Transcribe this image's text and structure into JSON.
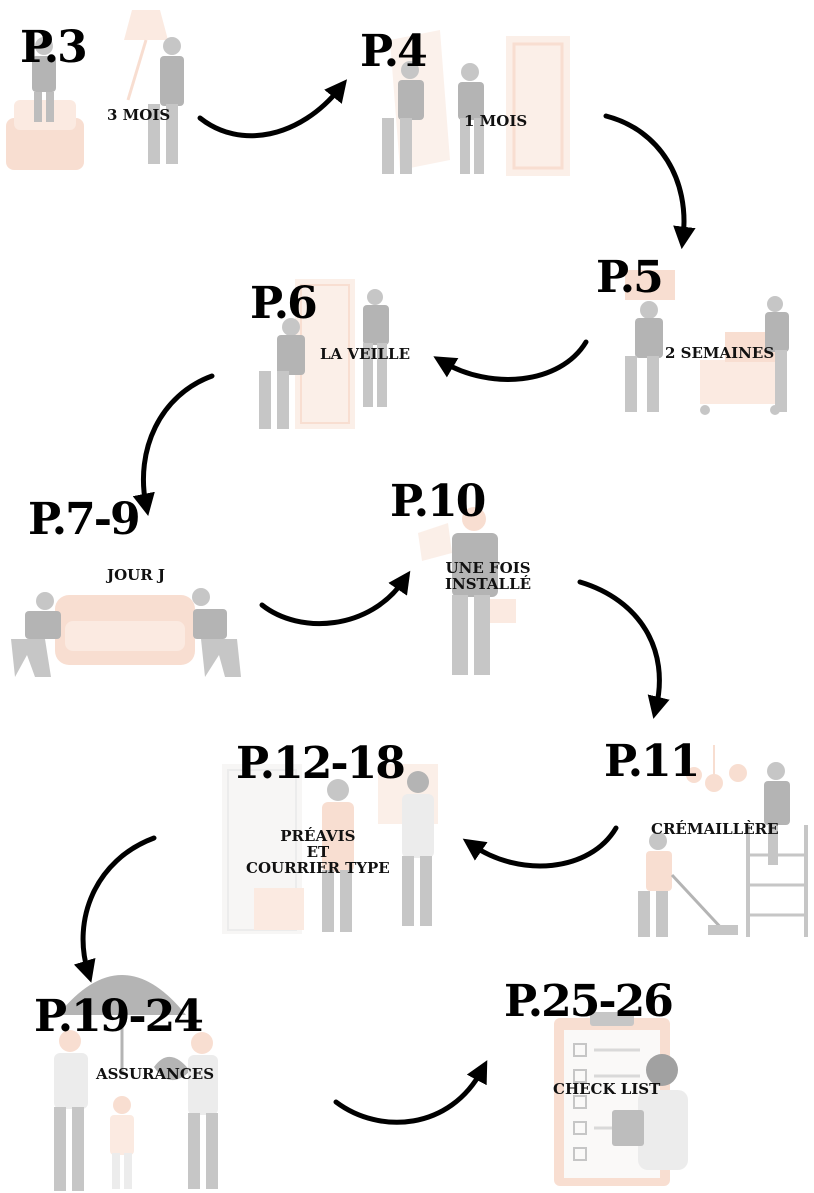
{
  "steps": [
    {
      "page": "P.3",
      "label": "3 MOIS"
    },
    {
      "page": "P.4",
      "label": "1 MOIS"
    },
    {
      "page": "P.5",
      "label": "2 SEMAINES"
    },
    {
      "page": "P.6",
      "label": "LA VEILLE"
    },
    {
      "page": "P.7-9",
      "label": "JOUR J"
    },
    {
      "page": "P.10",
      "label_lines": [
        "UNE FOIS",
        "INSTALLÉ"
      ]
    },
    {
      "page": "P.11",
      "label": "CRÉMAILLÈRE"
    },
    {
      "page": "P.12-18",
      "label_lines": [
        "PRÉAVIS",
        "ET",
        "COURRIER TYPE"
      ]
    },
    {
      "page": "P.19-24",
      "label": "ASSURANCES"
    },
    {
      "page": "P.25-26",
      "label": "CHECK LIST"
    }
  ],
  "colors": {
    "text": "#000000",
    "accent_peach": "#f4c4ad",
    "figure_gray": "#8a8a8a",
    "arrow": "#000000"
  },
  "icons": [
    "movers-armchair-lamp-illustration",
    "movers-door-illustration",
    "movers-boxes-cart-illustration",
    "mover-fridge-illustration",
    "movers-sofa-illustration",
    "worker-with-toolbox-illustration",
    "housewarming-ladder-illustration",
    "keys-handover-illustration",
    "family-umbrella-illustration",
    "checklist-clipboard-illustration",
    "arrow-icon"
  ]
}
